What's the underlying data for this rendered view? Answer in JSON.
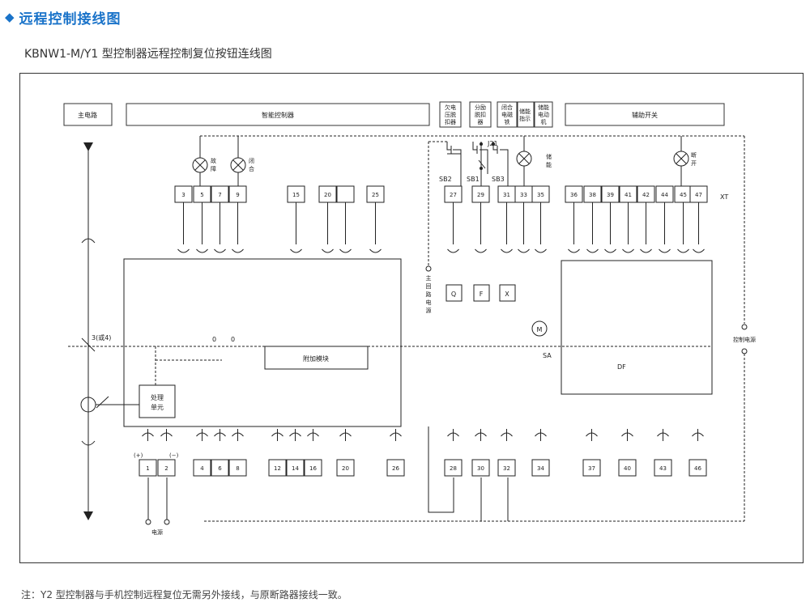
{
  "header": {
    "title": "远程控制接线图"
  },
  "subtitle": "KBNW1-M/Y1 型控制器远程控制复位按钮连线图",
  "note": "注：Y2 型控制器与手机控制远程复位无需另外接线，与原断路器接线一致。",
  "diagram": {
    "sections": {
      "main_circuit": "主电路",
      "smart_controller": "智能控制器",
      "undervoltage": [
        "欠电",
        "压脱",
        "扣器"
      ],
      "shunt": [
        "分励",
        "脱扣",
        "器"
      ],
      "closing": [
        "闭合",
        "电磁",
        "铁"
      ],
      "storage_indicator": [
        "储能",
        "指示"
      ],
      "storage_motor": [
        "储能",
        "电动",
        "机"
      ],
      "aux_switch": "辅助开关"
    },
    "top_terminals": [
      "3",
      "5",
      "7",
      "9",
      "15",
      "20",
      "",
      "25",
      "27",
      "29",
      "31",
      "33",
      "35",
      "36",
      "38",
      "39",
      "41",
      "42",
      "44",
      "45",
      "47"
    ],
    "bottom_terminals": [
      "1",
      "2",
      "4",
      "6",
      "8",
      "12",
      "14",
      "16",
      "20",
      "26",
      "28",
      "30",
      "32",
      "34",
      "37",
      "40",
      "43",
      "46"
    ],
    "xt_label": "XT",
    "lamps": {
      "fault": [
        "故",
        "障"
      ],
      "close": [
        "闭",
        "合"
      ],
      "storage": [
        "储",
        "能"
      ],
      "open": [
        "断",
        "开"
      ]
    },
    "switch_labels": {
      "sb2": "SB2",
      "sb1": "SB1",
      "sb3": "SB3",
      "j21": "J21",
      "sa": "SA",
      "df": "DF"
    },
    "coils": {
      "q": "Q",
      "f": "F",
      "x": "X",
      "m": "M"
    },
    "zero_labels": [
      "0",
      "0"
    ],
    "breaker_label": "3(或4)",
    "addon_module": "附加模块",
    "processing_unit": [
      "处理",
      "单元"
    ],
    "main_power_source": [
      "主",
      "回",
      "路",
      "电",
      "源"
    ],
    "control_power_source": "控制电源",
    "power_source": "电源",
    "polarity": {
      "plus": "(+)",
      "minus": "(−)"
    }
  }
}
